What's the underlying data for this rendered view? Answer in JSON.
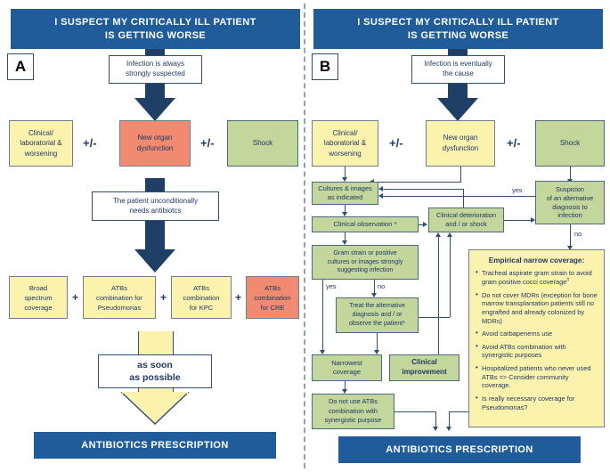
{
  "figure": {
    "type": "clinical-decision-flowchart",
    "panels": [
      "A",
      "B"
    ],
    "colors": {
      "header_blue": "#1f5c99",
      "arrow_navy": "#1f3f66",
      "yellow": "#fbf2ae",
      "green": "#c3d69b",
      "red": "#f08a70",
      "text_navy": "#1f3864",
      "border": "#6b7f96",
      "divider": "#8fa3b8"
    }
  },
  "panelA": {
    "badge": "A",
    "header": "I SUSPECT MY CRITICALLY ILL PATIENT IS GETTING WORSE",
    "header_line1": "I SUSPECT MY CRITICALLY ILL PATIENT",
    "header_line2": "IS GETTING WORSE",
    "premise": "Infection is always strongly suspected",
    "premise_line1": "Infection is always",
    "premise_line2": "strongly suspected",
    "triad": {
      "left": "Clinical/ laboratorial & worsening",
      "left_l1": "Clinical/",
      "left_l2": "laboratorial &",
      "left_l3": "worsening",
      "op1": "+/-",
      "middle_l1": "New organ",
      "middle_l2": "dysfunction",
      "op2": "+/-",
      "right": "Shock"
    },
    "conclusion_l1": "The patient unconditionally",
    "conclusion_l2": "needs antibiotcs",
    "regimens": [
      {
        "l1": "Broad",
        "l2": "spectrum",
        "l3": "coverage",
        "color": "yellow"
      },
      {
        "l1": "ATBs",
        "l2": "combination for",
        "l3": "Pseudomonas",
        "color": "yellow"
      },
      {
        "l1": "ATBs",
        "l2": "combination",
        "l3": "for KPC",
        "color": "yellow"
      },
      {
        "l1": "ATBs",
        "l2": "combination",
        "l3": "for CRE",
        "color": "red"
      }
    ],
    "plus": "+",
    "timing_l1": "as soon",
    "timing_l2": "as possible",
    "footer": "ANTIBIOTICS PRESCRIPTION"
  },
  "panelB": {
    "badge": "B",
    "header_line1": "I SUSPECT MY CRITICALLY ILL PATIENT",
    "header_line2": "IS GETTING WORSE",
    "premise_line1": "Infection is eventually",
    "premise_line2": "the cause",
    "triad": {
      "left_l1": "Clinical/",
      "left_l2": "laboratorial &",
      "left_l3": "worsening",
      "op1": "+/-",
      "middle_l1": "New organ",
      "middle_l2": "dysfunction",
      "op2": "+/-",
      "right": "Shock"
    },
    "cultures_l1": "Cultures & images",
    "cultures_l2": "as indicated",
    "observation": "Clinical observation *",
    "gram_l1": "Gram strain or positive",
    "gram_l2": "cultures or images strongly",
    "gram_l3": "suggesting infection",
    "yes": "yes",
    "no": "no",
    "treat_alt_l1": "Treat the alternative",
    "treat_alt_l2": "diagnosis and / or",
    "treat_alt_l3": "observe the patient*",
    "narrowest_l1": "Narrowest",
    "narrowest_l2": "coverage",
    "improvement_l1": "Clinical",
    "improvement_l2": "improvement",
    "no_combo_l1": "Do not use ATBs",
    "no_combo_l2": "combination with",
    "no_combo_l3": "synergistic purpose",
    "deterioration_l1": "Clinical deterioration",
    "deterioration_l2": "and / or shock",
    "suspicion_l1": "Suspicion",
    "suspicion_l2": "of an alternative",
    "suspicion_l3": "diagnosis to",
    "suspicion_l4": "infection",
    "yes_label": "yes",
    "no_label": "no",
    "empirical": {
      "title": "Empirical narrow coverage:",
      "items": [
        "Tracheal aspirate gram strain to avoid gram positive cocci coverage#",
        "Do not cover MDRs (exception for bone marrow transplantation patients still no engrafted and already colonized by MDRs)",
        "Avoid carbapenems use",
        "Avoid ATBs combination with synergistic purposes",
        "Hospitalized patients who never used ATBs => Consider community coverage.",
        "Is really necessary coverage for Pseudomonas?"
      ]
    },
    "footer": "ANTIBIOTICS PRESCRIPTION"
  }
}
